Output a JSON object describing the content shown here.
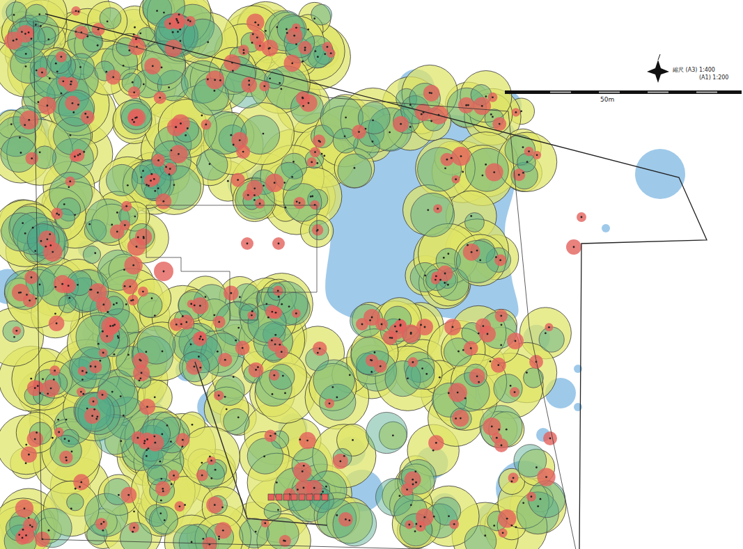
{
  "diagram": {
    "labels": [
      "縮尺 (A3) 1:400",
      "(A1) 1:200",
      "50m"
    ]
  }
}
